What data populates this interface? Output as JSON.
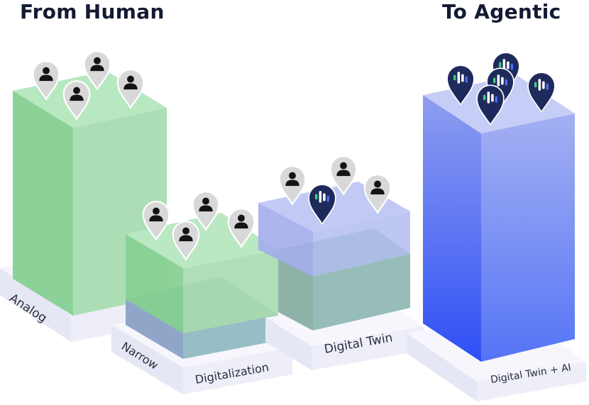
{
  "headings": {
    "left": "From Human",
    "right": "To Agentic"
  },
  "stages": {
    "analog": {
      "label": "Analog",
      "pins": [
        "person-icon",
        "person-icon",
        "person-icon",
        "person-icon"
      ]
    },
    "narrow_digitalization": {
      "label_part1": "Narrow",
      "label_part2": "Digitalization",
      "pins": [
        "person-icon",
        "person-icon",
        "person-icon",
        "person-icon"
      ]
    },
    "digital_twin": {
      "label": "Digital Twin",
      "pins": [
        "person-icon",
        "person-icon",
        "agent-logo-icon",
        "person-icon"
      ]
    },
    "digital_twin_ai": {
      "label": "Digital Twin + AI",
      "pins": [
        "agent-logo-icon",
        "agent-logo-icon",
        "agent-logo-icon",
        "agent-logo-icon",
        "agent-logo-icon"
      ]
    }
  },
  "colors": {
    "human_green": "#8fd49c",
    "twin_lavender": "#a9b2ec",
    "agentic_blue": "#3f63f6",
    "heading": "#131a33",
    "pin_gray": "#d9d9d9",
    "pin_navy": "#1f2a5c"
  }
}
